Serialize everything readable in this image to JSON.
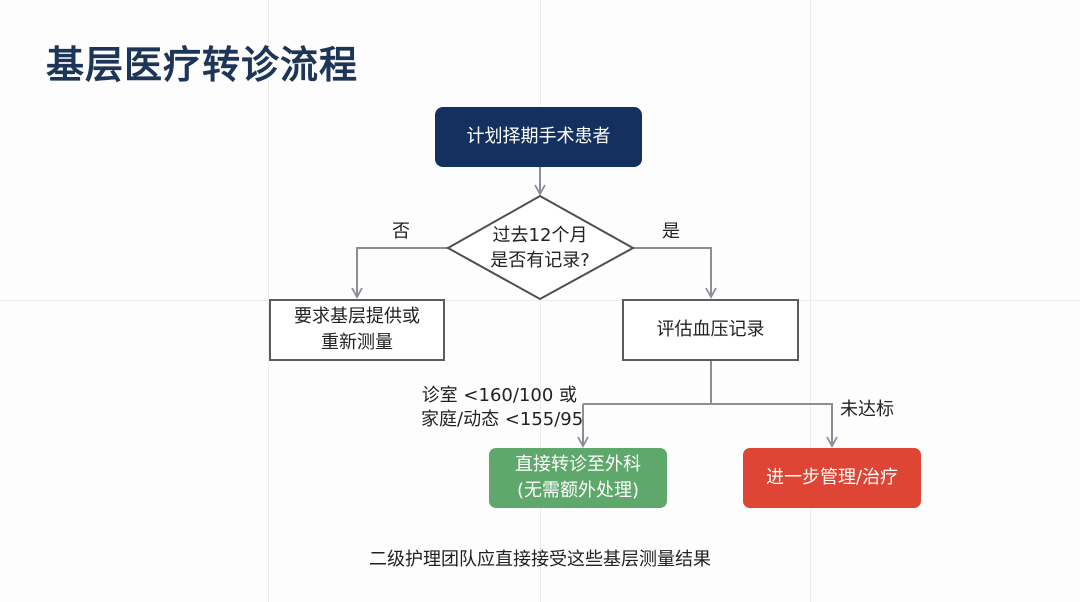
{
  "title": "基层医疗转诊流程",
  "nodes": {
    "start": "计划择期手术患者",
    "decision": {
      "line1": "过去12个月",
      "line2": "是否有记录?"
    },
    "request": {
      "line1": "要求基层提供或",
      "line2": "重新测量"
    },
    "evaluate": "评估血压记录",
    "refer": {
      "line1": "直接转诊至外科",
      "line2": "(无需额外处理)"
    },
    "manage": "进一步管理/治疗"
  },
  "edge_labels": {
    "no": "否",
    "yes": "是",
    "condition_line1": "诊室 <160/100 或",
    "condition_line2": "家庭/动态 <155/95",
    "not_met": "未达标"
  },
  "footer": "二级护理团队应直接接受这些基层测量结果",
  "colors": {
    "title": "#1d3557",
    "start_node": "#14305f",
    "refer_node": "#5ea86b",
    "manage_node": "#de4535",
    "connector": "#8a8f96"
  }
}
